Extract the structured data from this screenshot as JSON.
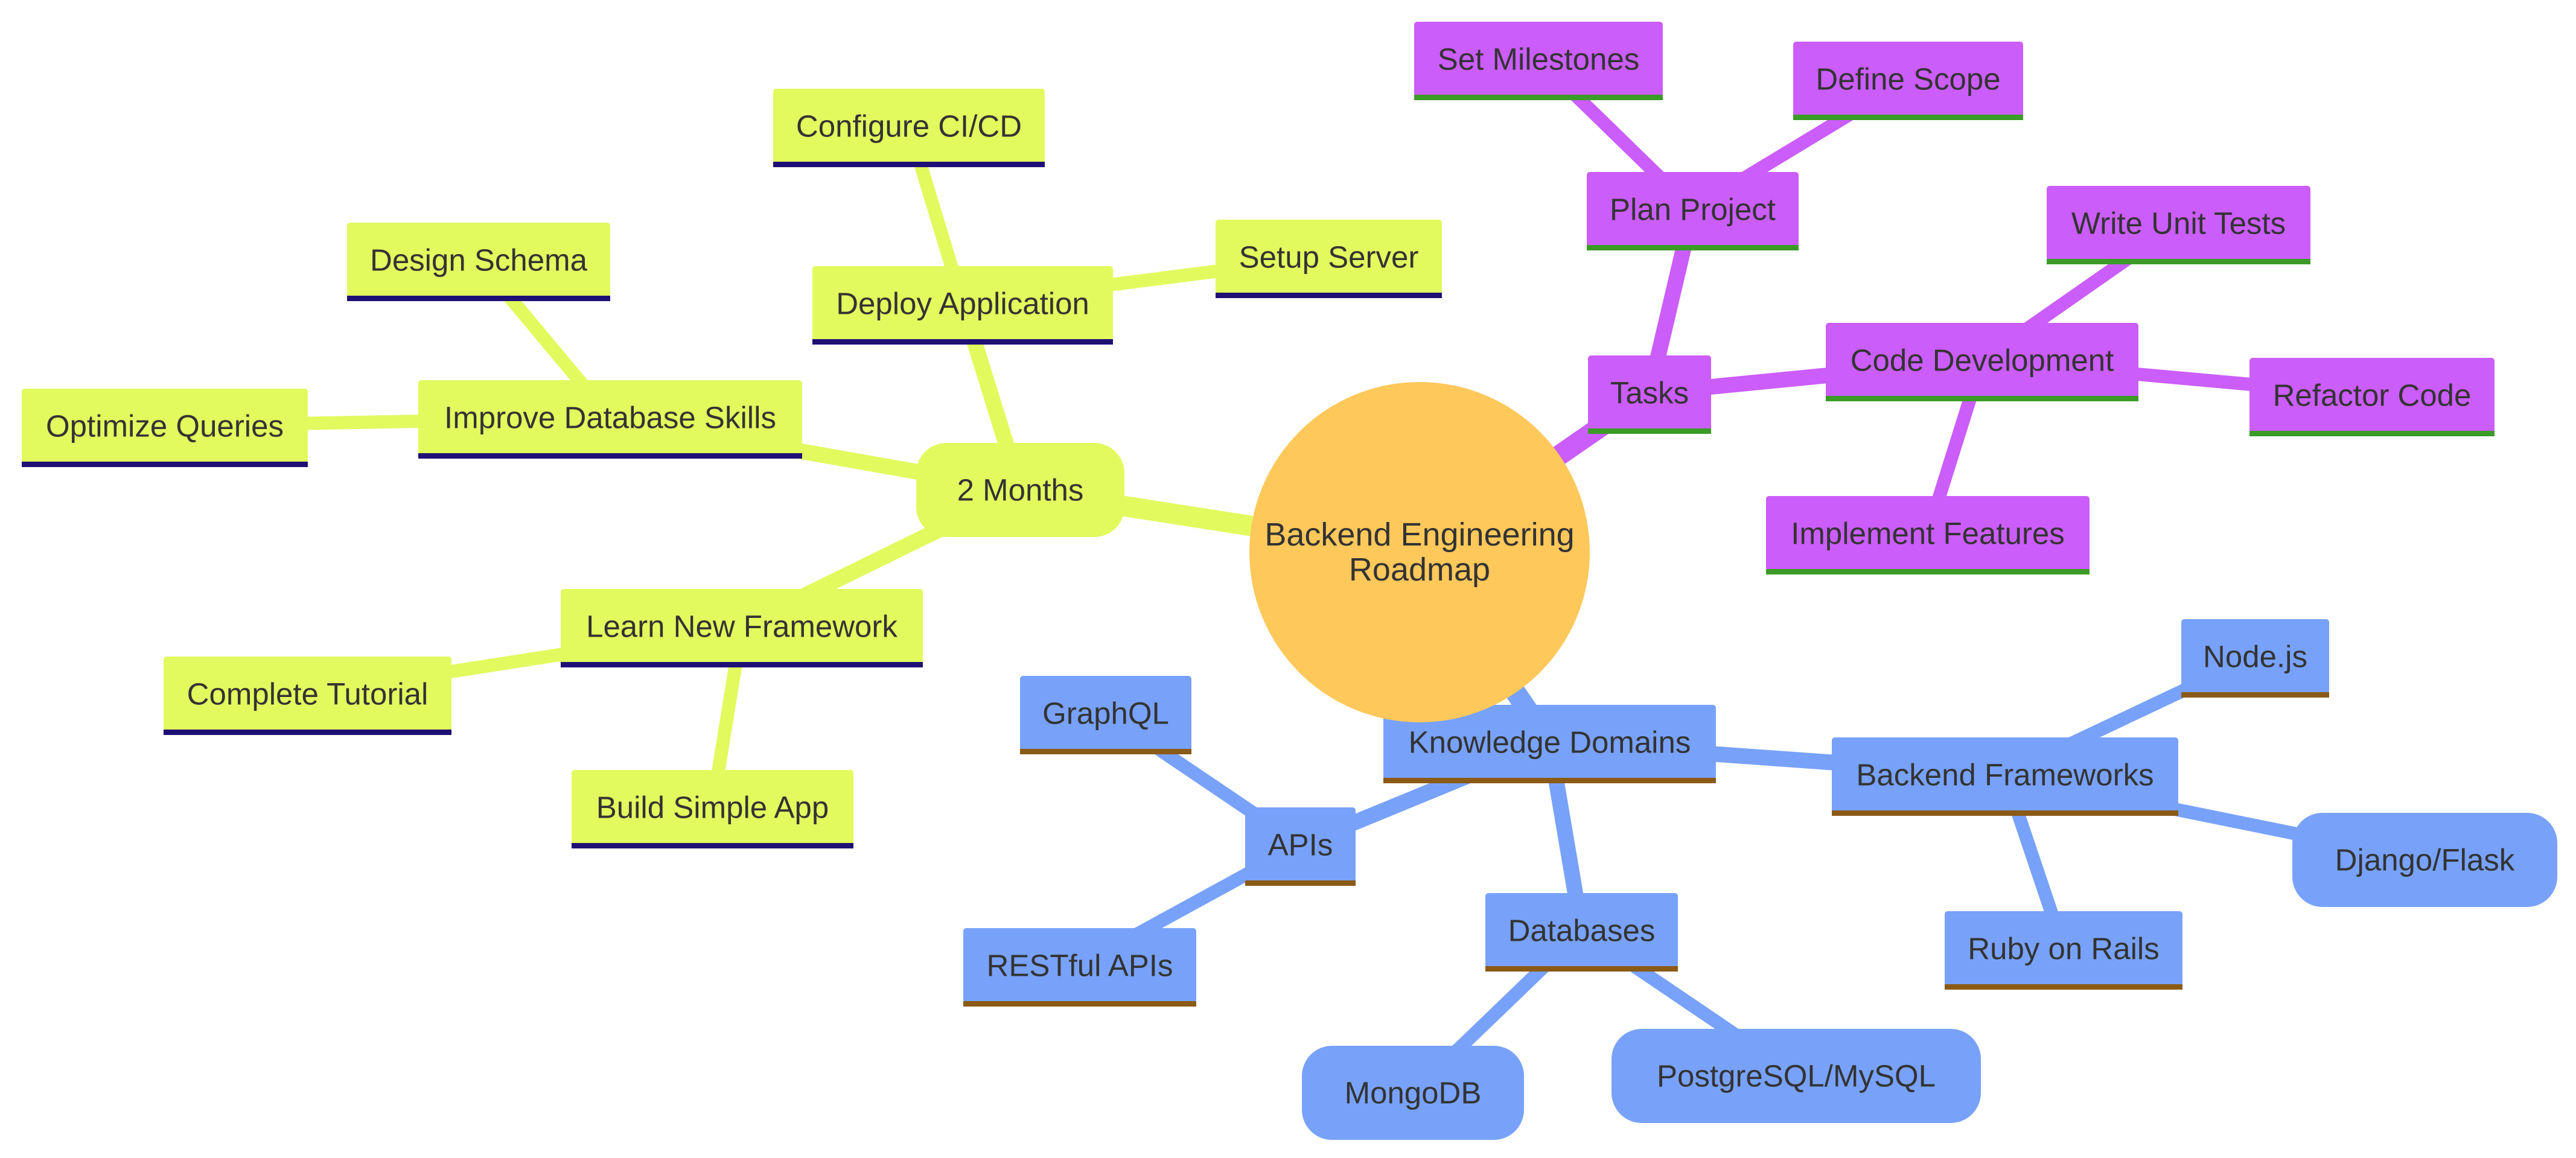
{
  "mindmap": {
    "root": {
      "label_lines": [
        "Backend Engineering",
        "Roadmap"
      ],
      "color": "#FEC85B"
    },
    "branches": [
      {
        "label": "2 Months",
        "color": "#E2FA5E",
        "underline": "#1E1074",
        "children": [
          {
            "label": "Deploy Application",
            "children": [
              {
                "label": "Configure CI/CD"
              },
              {
                "label": "Setup Server"
              }
            ]
          },
          {
            "label": "Improve Database Skills",
            "children": [
              {
                "label": "Design Schema"
              },
              {
                "label": "Optimize Queries"
              }
            ]
          },
          {
            "label": "Learn New Framework",
            "children": [
              {
                "label": "Complete Tutorial"
              },
              {
                "label": "Build Simple App"
              }
            ]
          }
        ]
      },
      {
        "label": "Tasks",
        "color": "#CB5DFA",
        "underline": "#3A9B26",
        "children": [
          {
            "label": "Plan Project",
            "children": [
              {
                "label": "Set Milestones"
              },
              {
                "label": "Define Scope"
              }
            ]
          },
          {
            "label": "Code Development",
            "children": [
              {
                "label": "Write Unit Tests"
              },
              {
                "label": "Refactor Code"
              },
              {
                "label": "Implement Features"
              }
            ]
          }
        ]
      },
      {
        "label": "Knowledge Domains",
        "color": "#78A2F9",
        "underline": "#8B5A14",
        "children": [
          {
            "label": "Backend Frameworks",
            "children": [
              {
                "label": "Node.js"
              },
              {
                "label": "Django/Flask"
              },
              {
                "label": "Ruby on Rails"
              }
            ]
          },
          {
            "label": "APIs",
            "children": [
              {
                "label": "GraphQL"
              },
              {
                "label": "RESTful APIs"
              }
            ]
          },
          {
            "label": "Databases",
            "children": [
              {
                "label": "MongoDB"
              },
              {
                "label": "PostgreSQL/MySQL"
              }
            ]
          }
        ]
      }
    ]
  }
}
